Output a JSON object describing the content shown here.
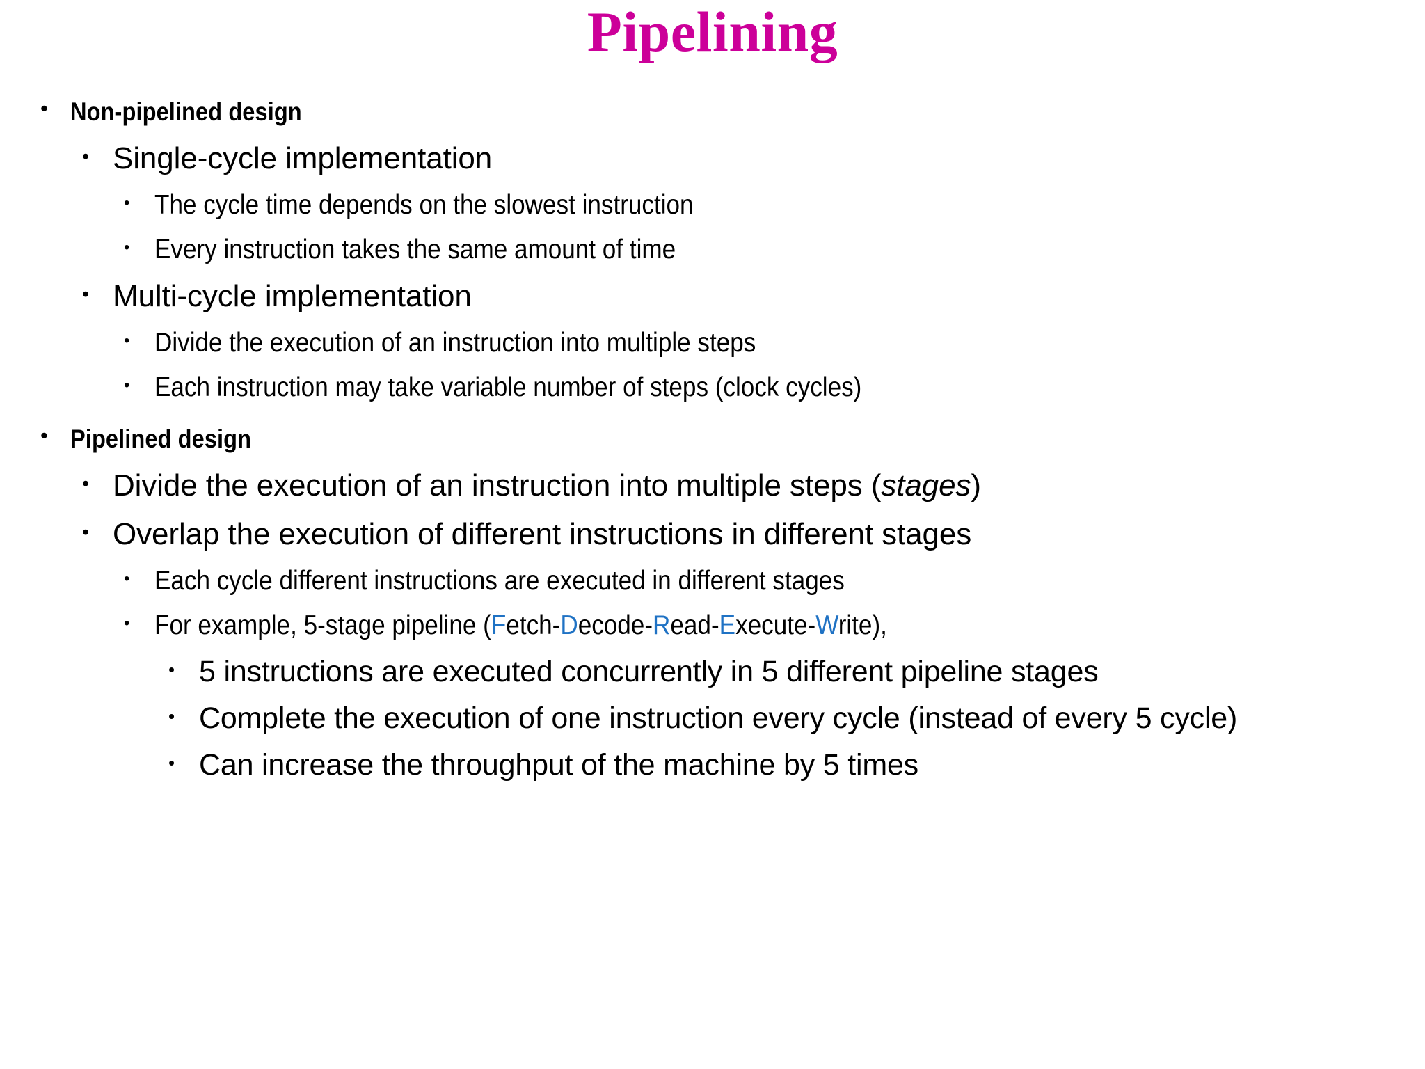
{
  "slide": {
    "title": "Pipelining",
    "title_color": "#CC0099",
    "background_color": "#FFFFFF",
    "text_color": "#000000",
    "accent_blue": "#1F72C4",
    "bullet_glyph": "•"
  },
  "outline": {
    "non_pipelined_heading": "Non-pipelined design",
    "single_cycle": "Single-cycle implementation",
    "single_cycle_sub_1": "The cycle time depends on the slowest instruction",
    "single_cycle_sub_2": "Every instruction takes the same amount of time",
    "multi_cycle": "Multi-cycle implementation",
    "multi_cycle_sub_1": "Divide the execution of an instruction into multiple steps",
    "multi_cycle_sub_2": "Each instruction may take variable number of steps (clock cycles)",
    "pipelined_heading": "Pipelined design",
    "pipelined_divide_prefix": "Divide the execution of an instruction into multiple steps (",
    "pipelined_divide_italic": "stages",
    "pipelined_divide_suffix": ")",
    "pipelined_overlap": "Overlap the execution of different instructions in different stages",
    "pipelined_each_cycle": "Each cycle different instructions are executed in different stages",
    "example_prefix": "For example, 5-stage pipeline (",
    "example_stages": [
      {
        "initial": "F",
        "rest": "etch"
      },
      {
        "initial": "D",
        "rest": "ecode"
      },
      {
        "initial": "R",
        "rest": "ead"
      },
      {
        "initial": "E",
        "rest": "xecute"
      },
      {
        "initial": "W",
        "rest": "rite"
      }
    ],
    "example_separator": "-",
    "example_suffix": "),",
    "example_sub_1": "5 instructions are executed concurrently in 5 different pipeline stages",
    "example_sub_2": "Complete the execution of one instruction every cycle (instead of every 5 cycle)",
    "example_sub_3": "Can increase the throughput of the machine by 5 times"
  }
}
